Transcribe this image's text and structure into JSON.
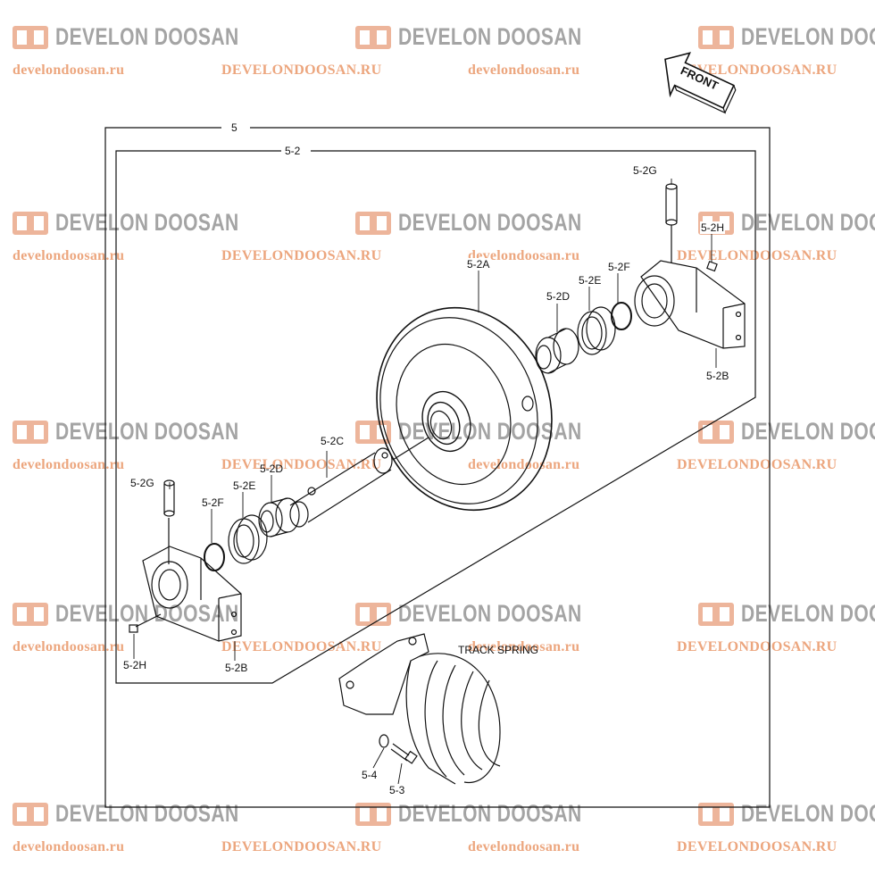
{
  "watermark": {
    "brand": "DEVELON DOOSAN",
    "url_lower": "develondoosan.ru",
    "url_upper": "DEVELONDOOSAN.RU",
    "brand_color": "#5a5a5a",
    "accent_color": "#e07a4a"
  },
  "front_arrow": {
    "label": "FRONT"
  },
  "frames": {
    "outer": "5",
    "inner": "5-2"
  },
  "callouts": {
    "idler": "5-2A",
    "bracket_right": "5-2B",
    "bracket_left": "5-2B",
    "shaft": "5-2C",
    "bushing_right": "5-2D",
    "bushing_left": "5-2D",
    "seal_right": "5-2E",
    "seal_left": "5-2E",
    "oring_right": "5-2F",
    "oring_left": "5-2F",
    "pin_right": "5-2G",
    "pin_left": "5-2G",
    "plug_right": "5-2H",
    "plug_left": "5-2H",
    "bolt": "5-3",
    "washer": "5-4",
    "track_spring": "TRACK SPRING"
  }
}
